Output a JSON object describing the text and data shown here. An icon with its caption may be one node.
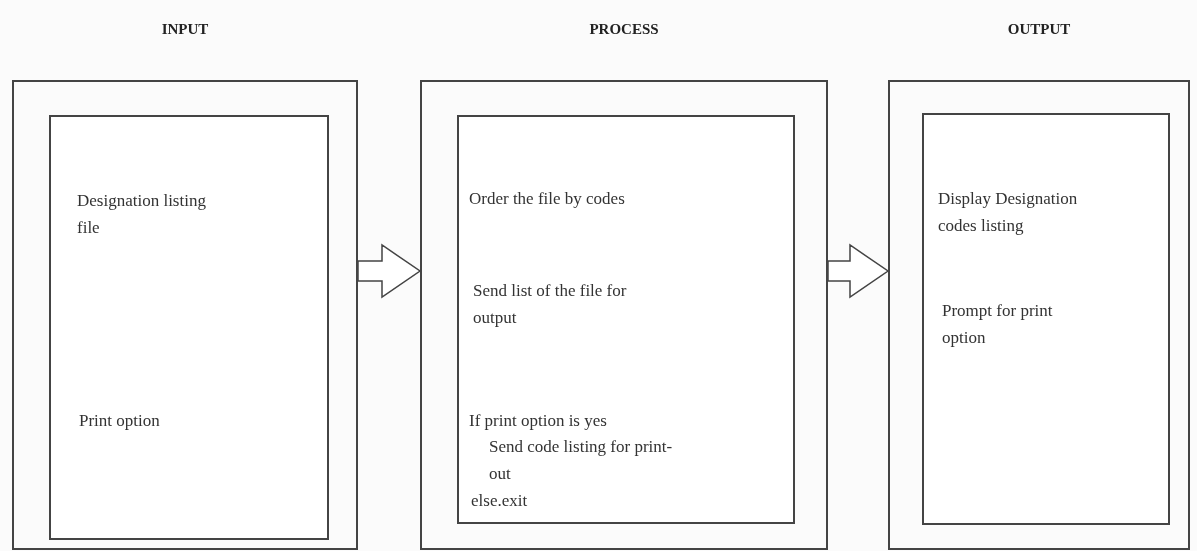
{
  "diagram": {
    "nodes": [
      {
        "text": [
          "INPUT"
        ]
      },
      {
        "text": [
          "Designation listing file",
          "Print option"
        ],
        "in": 0
      },
      {
        "text": [
          "PROCESS"
        ]
      },
      {
        "text": [
          "Order the file by codes",
          "Send list of the file for output",
          "If print option is yes",
          "Send code listing for print-out",
          "else.exit"
        ],
        "in": 2
      },
      {
        "text": [
          "OUTPUT"
        ]
      },
      {
        "text": [
          "Display Designation codes listing",
          "Prompt for print option"
        ],
        "in": 4
      }
    ],
    "edges": [
      {
        "from": 0,
        "to": 2,
        "arrow": "to"
      },
      {
        "from": 2,
        "to": 4,
        "arrow": "to"
      }
    ]
  }
}
